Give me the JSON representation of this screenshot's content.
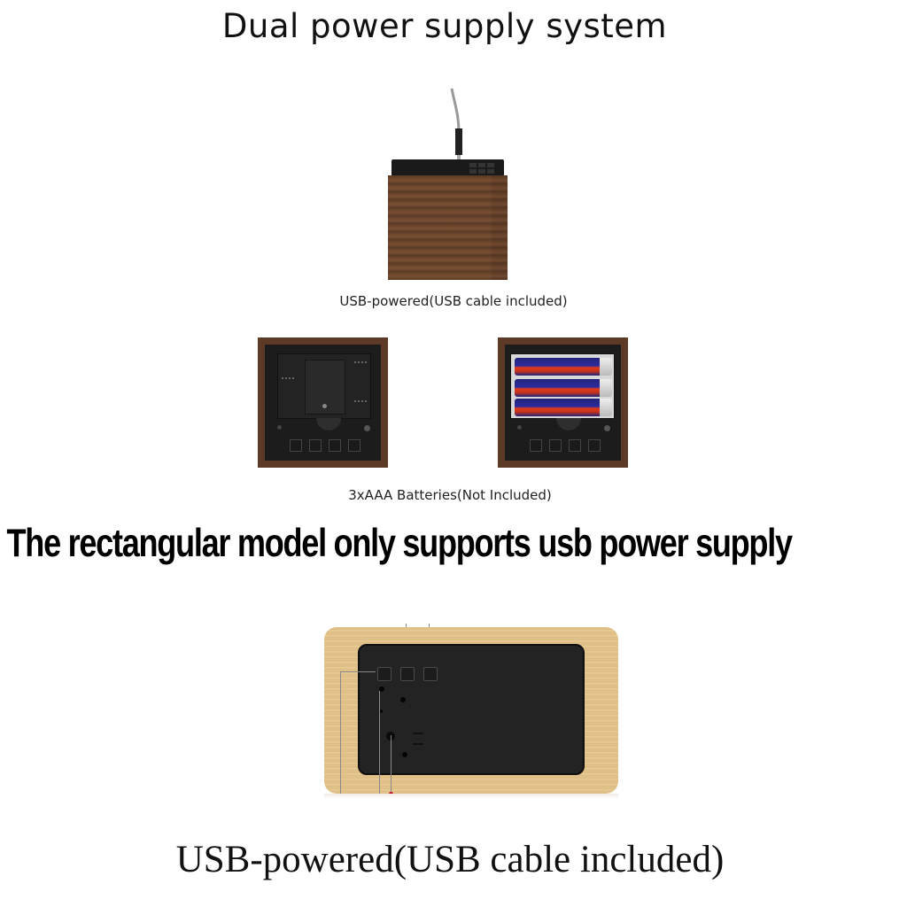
{
  "header": {
    "title": "Dual power supply system"
  },
  "cube_section": {
    "image": "wooden-cube-clock-with-usb-cable",
    "caption": "USB-powered(USB cable included)"
  },
  "battery_section": {
    "images": [
      "battery-compartment-empty",
      "battery-compartment-with-3-aaa-batteries"
    ],
    "caption": "3xAAA Batteries(Not Included)"
  },
  "banner": {
    "text": "The rectangular model only supports usb power supply"
  },
  "rect_section": {
    "image": "rectangular-bamboo-clock-back",
    "caption": "USB-powered(USB cable included)"
  },
  "colors": {
    "walnut": "#5c3a26",
    "bamboo": "#e4c690",
    "panel_black": "#1c1c1c",
    "callout_red": "#c8102e"
  }
}
